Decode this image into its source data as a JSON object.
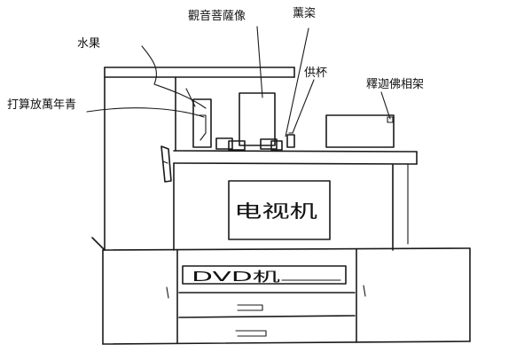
{
  "labels": {
    "guanyin": "觀音菩薩像",
    "incense": "薰栥",
    "fruit": "水果",
    "cup": "供杯",
    "buddha_frame": "釋迦佛相架",
    "plant": "打算放萬年青"
  },
  "appliances": {
    "tv_text": "电视机",
    "dvd_text": "DVD机"
  },
  "colors": {
    "ink": "#1a1a1a",
    "background": "#ffffff"
  }
}
